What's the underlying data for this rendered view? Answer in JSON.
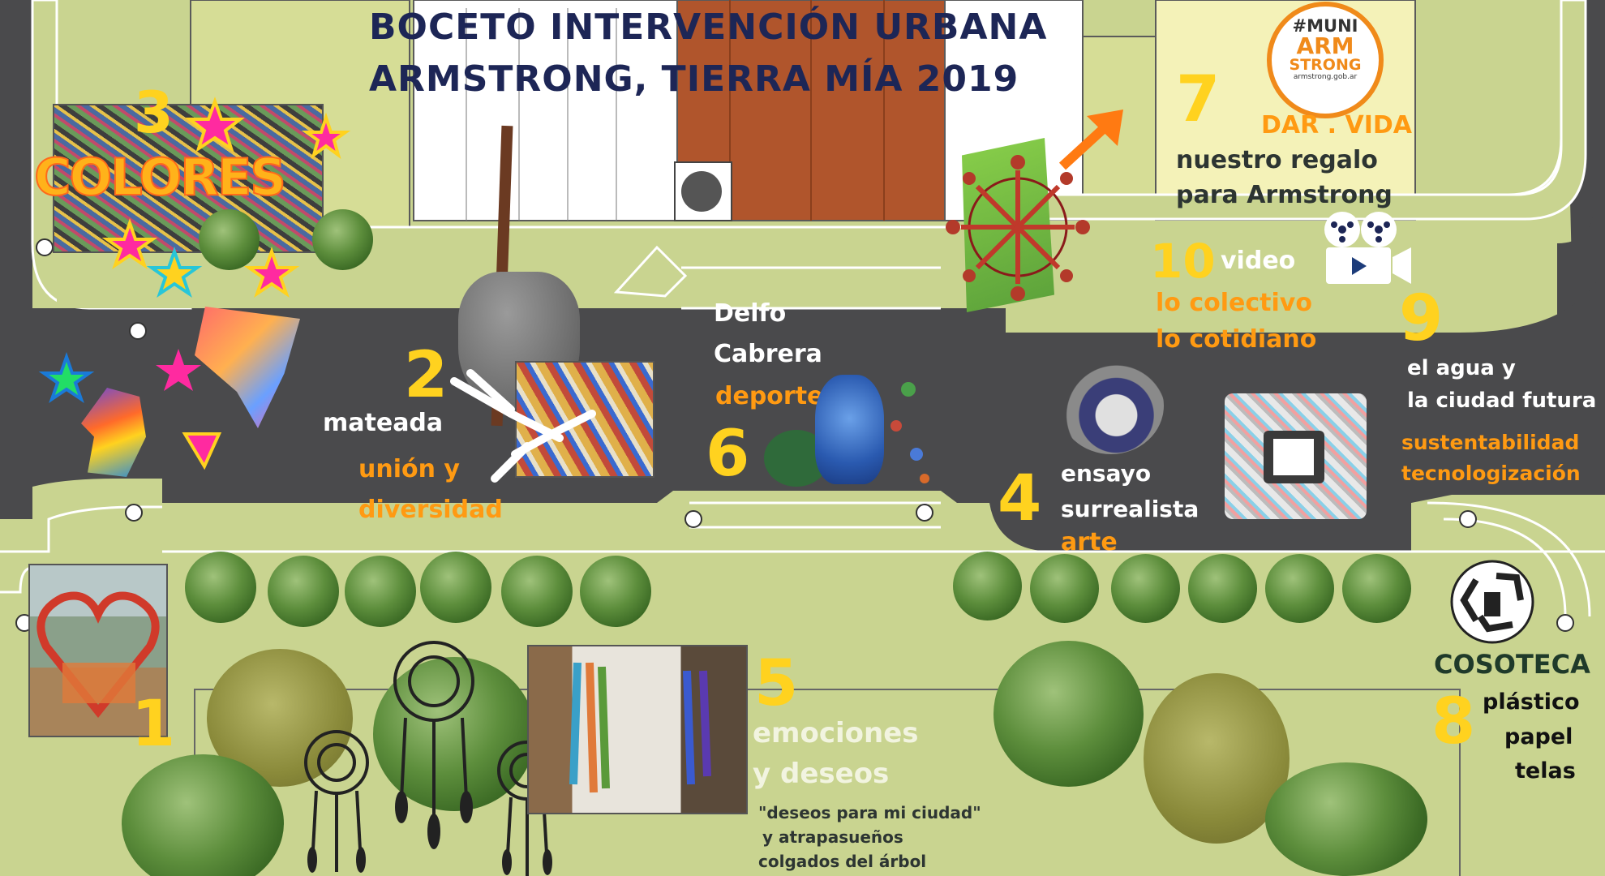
{
  "title": {
    "line1": "Boceto intervención urbana",
    "line2": "Armstrong, Tierra Mía 2019"
  },
  "logo": {
    "line1": "#MUNI",
    "line2": "ARM",
    "line3": "STRONG",
    "line4": "armstrong.gob.ar"
  },
  "labels": {
    "s1_num": "1",
    "s2_num": "2",
    "s2_a": "mateada",
    "s2_b": "unión y",
    "s2_c": "diversidad",
    "s3_num": "3",
    "s3_word": "COLORES",
    "s4_num": "4",
    "s4_a": "ensayo",
    "s4_b": "surrealista",
    "s4_c": "arte",
    "s5_num": "5",
    "s5_a": "emociones",
    "s5_b": "y deseos",
    "s5_c": "\"deseos para mi ciudad\"",
    "s5_d": "y atrapasueños",
    "s5_e": "colgados del árbol",
    "s6_num": "6",
    "s6_a": "Delfo",
    "s6_b": "Cabrera",
    "s6_c": "deporte",
    "s7_num": "7",
    "s7_a": "DAR . VIDA",
    "s7_b": "nuestro regalo",
    "s7_c": "para Armstrong",
    "s8_num": "8",
    "s8_a": "COSOTECA",
    "s8_b": "plástico",
    "s8_c": "papel",
    "s8_d": "telas",
    "s9_num": "9",
    "s9_a": "el agua y",
    "s9_b": "la ciudad futura",
    "s9_c": "sustentabilidad",
    "s9_d": "tecnologización",
    "s10_num": "10",
    "s10_a": "video",
    "s10_b": "lo colectivo",
    "s10_c": "lo cotidiano"
  },
  "colors": {
    "road": "#4a4a4c",
    "grass": "#c9d490",
    "navy": "#1d2656",
    "yellow": "#ffd21f",
    "orange": "#ff9a12"
  }
}
